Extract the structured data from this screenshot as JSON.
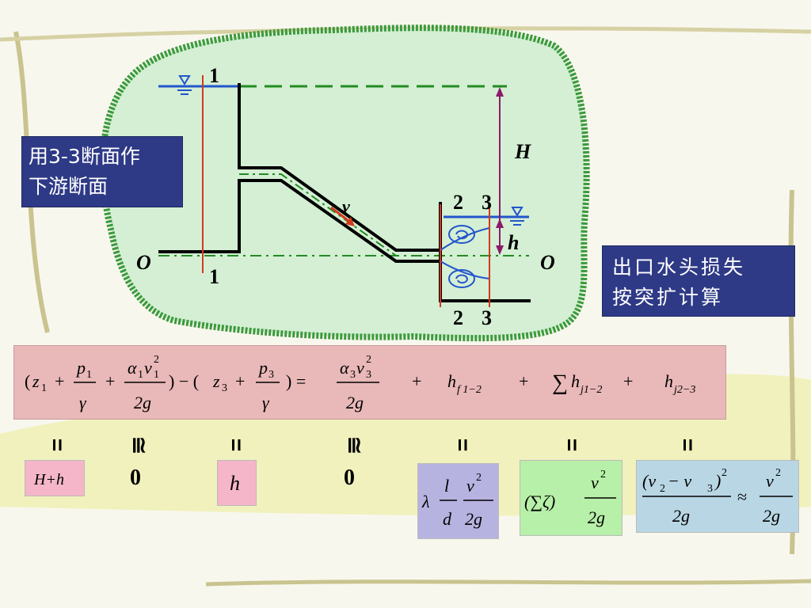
{
  "colors": {
    "cloud_fill": "#d4efd4",
    "cloud_border": "#3c9a3c",
    "wall": "#000000",
    "water_level": "#2255cc",
    "section_line": "#d23a1e",
    "datum_dash": "#228b22",
    "head_arrow": "#8b1a6b",
    "equation_bg": "#e9b8b8",
    "pink_box": "#f4b6c8",
    "lilac_box": "#b7b3e0",
    "green_box": "#b7f0a8",
    "blue_box": "#b9d6e4",
    "note_bg": "#2e3a86"
  },
  "diagram": {
    "section_1_top": "1",
    "section_1_bottom": "1",
    "section_2_top": "2",
    "section_3_top": "3",
    "section_2_bottom": "2",
    "section_3_bottom": "3",
    "datum_left": "O",
    "datum_right": "O",
    "label_H": "H",
    "label_h": "h",
    "label_v": "v"
  },
  "notes": {
    "left_line1": "用3-3断面作",
    "left_line2": "下游断面",
    "right_line1": "出口水头损失",
    "right_line2": "按突扩计算"
  },
  "equation": {
    "open_paren": "(",
    "z1": "z",
    "z1_sub": "1",
    "plus": "+",
    "p1": "p",
    "p1_sub": "1",
    "gamma": "γ",
    "alpha1": "α",
    "alpha1_sub": "1",
    "v1": "v",
    "v1_sub": "1",
    "v1_sup": "2",
    "two_g": "2g",
    "close_minus": ") − (",
    "z3": "z",
    "z3_sub": "3",
    "p3": "p",
    "p3_sub": "3",
    "close_eq": ") =",
    "alpha3": "α",
    "alpha3_sub": "3",
    "v3": "v",
    "v3_sub": "3",
    "v3_sup": "2",
    "hf": "h",
    "hf_sub": "f 1−2",
    "sigma": "∑",
    "hj12": "h",
    "hj12_sub": "j1−2",
    "hj23": "h",
    "hj23_sub": "j2−3"
  },
  "below": {
    "eq_sign": "=",
    "approx_sign": "≅",
    "zero": "0",
    "t1": "H+h",
    "t3": "h",
    "lambda": "λ",
    "l": "l",
    "d": "d",
    "v": "v",
    "sup2": "2",
    "two_g": "2g",
    "sum_zeta": "(∑ζ)",
    "v2_minus_v3": "(v",
    "sub2": "2",
    "minus_v": " − v",
    "sub3": "3",
    "paren_close": ")",
    "approx": "≈"
  }
}
